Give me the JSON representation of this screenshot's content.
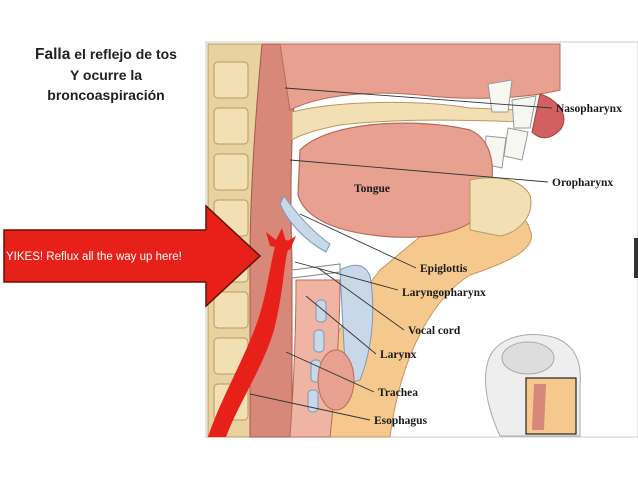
{
  "title": {
    "lead": "Falla",
    "line1": "el reflejo de tos",
    "line2": "Y ocurre la",
    "line3": "broncoaspiración"
  },
  "arrow": {
    "text": "YIKES! Reflux all the way up here!",
    "color": "#e8201a"
  },
  "labels": {
    "nasopharynx": "Nasopharynx",
    "oropharynx": "Oropharynx",
    "tongue": "Tongue",
    "epiglottis": "Epiglottis",
    "laryngopharynx": "Laryngopharynx",
    "vocal_cord": "Vocal cord",
    "larynx": "Larynx",
    "trachea": "Trachea",
    "esophagus": "Esophagus"
  },
  "colors": {
    "tissue": "#e8a090",
    "tissue_dark": "#b86a5a",
    "bone": "#f2dfb4",
    "neck": "#f5c98e",
    "cartilage": "#c8d8e8",
    "reflux": "#e8201a"
  }
}
